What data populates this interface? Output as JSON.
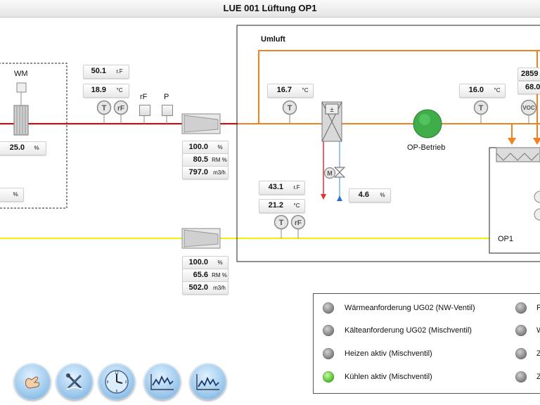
{
  "title": "LUE 001 Lüftung OP1",
  "wm": {
    "label": "WM",
    "value": "25.0",
    "unit": "%",
    "unit2": "%"
  },
  "outdoor": {
    "hum_value": "50.1",
    "hum_unit": "r.F",
    "temp_value": "18.9",
    "temp_unit": "°C",
    "sensor_rf": "rF",
    "sensor_p": "P"
  },
  "supply_fan": {
    "value": "100.0",
    "unit": "%",
    "rm_value": "80.5",
    "rm_unit": "RM %",
    "flow_value": "797.0",
    "flow_unit": "m3/h"
  },
  "exhaust_fan": {
    "value": "100.0",
    "unit": "%",
    "rm_value": "65.6",
    "rm_unit": "RM %",
    "flow_value": "502.0",
    "flow_unit": "m3/h"
  },
  "umluft": {
    "label": "Umluft",
    "temp_value": "16.7",
    "temp_unit": "°C"
  },
  "coil": {
    "hum_value": "43.1",
    "hum_unit": "r.F",
    "temp_value": "21.2",
    "temp_unit": "°C",
    "valve_value": "4.6",
    "valve_unit": "%"
  },
  "op_fan": {
    "label": "OP-Betrieb",
    "temp_value": "16.0",
    "temp_unit": "°C",
    "voc_label": "VOC"
  },
  "right_values": {
    "v1": "2859",
    "v2": "68.0"
  },
  "room": {
    "label": "OP1"
  },
  "icons": {
    "T": "T",
    "rF": "rF",
    "M": "M"
  },
  "status": {
    "left": [
      {
        "label": "Wärmeanforderung UG02 (NW-Ventil)",
        "state": "off"
      },
      {
        "label": "Kälteanforderung UG02 (Mischventil)",
        "state": "off"
      },
      {
        "label": "Heizen aktiv (Mischventil)",
        "state": "off"
      },
      {
        "label": "Kühlen aktiv (Mischventil)",
        "state": "on"
      }
    ],
    "right": [
      {
        "label": "F",
        "state": "off"
      },
      {
        "label": "W",
        "state": "off"
      },
      {
        "label": "Z",
        "state": "off"
      },
      {
        "label": "Z",
        "state": "off"
      }
    ]
  },
  "nav": [
    "manual-hand-icon",
    "service-tools-icon",
    "clock-schedule-icon",
    "trend-chart-icon",
    "trend-chart-icon"
  ],
  "colors": {
    "supply": "#e00000",
    "exhaust": "#f0f000",
    "recirc": "#f08020",
    "fan_green": "#3fae4a",
    "hot": "#e03030",
    "cold": "#2a6fd0"
  }
}
